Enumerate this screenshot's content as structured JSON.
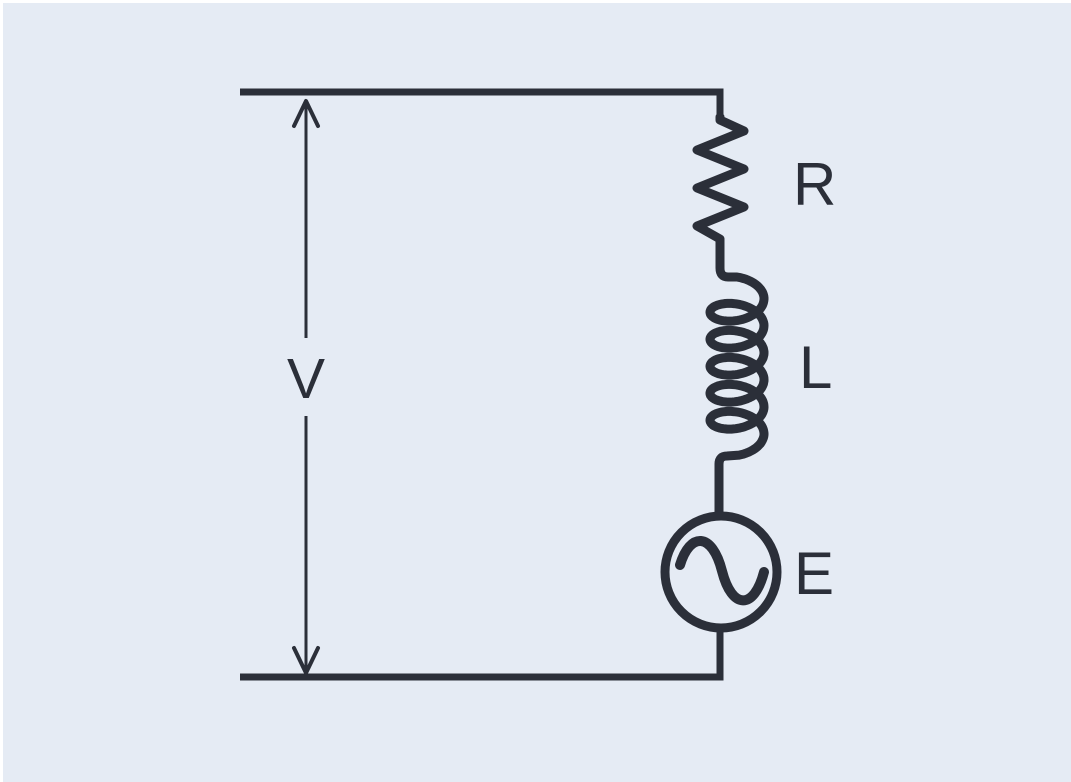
{
  "diagram": {
    "type": "series-ac-circuit",
    "background_color": "#e5ebf4",
    "ink_color": "#2b2f39",
    "labels": {
      "voltage": "V",
      "resistor": "R",
      "inductor": "L",
      "source": "E"
    },
    "components": [
      {
        "id": "voltage-arrow",
        "label": "V",
        "description": "double-headed vertical arrow between top and bottom rails indicating voltage across the series branch"
      },
      {
        "id": "resistor",
        "label": "R",
        "symbol": "zigzag resistor, 3.5 cycles, top of right branch"
      },
      {
        "id": "inductor",
        "label": "L",
        "symbol": "coil inductor with 5 loops, middle of right branch"
      },
      {
        "id": "ac-source",
        "label": "E",
        "symbol": "circle with one-period sine wave, bottom of right branch"
      }
    ]
  }
}
